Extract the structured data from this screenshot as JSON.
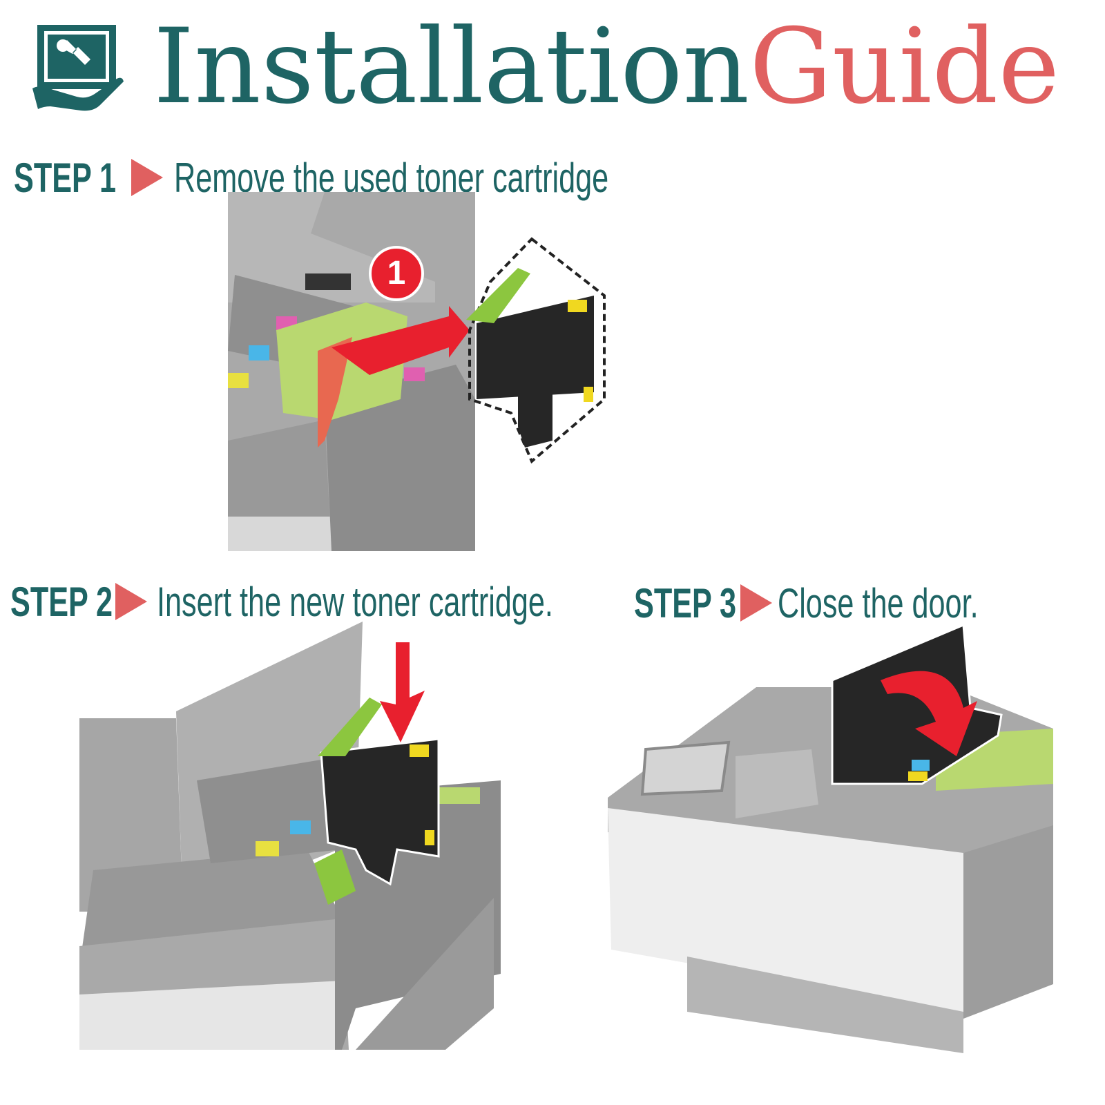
{
  "header": {
    "title_main": "Installation",
    "title_accent": "Guide",
    "icon": "hand-wrench-monitor-icon",
    "colors": {
      "teal": "#1e6464",
      "coral": "#e06060",
      "red": "#e8202e",
      "green": "#8cc63f"
    }
  },
  "steps": [
    {
      "label": "STEP 1",
      "text": "Remove the used toner cartridge",
      "callout": "1"
    },
    {
      "label": "STEP 2",
      "text": "Insert the new toner cartridge."
    },
    {
      "label": "STEP 3",
      "text": "Close the door."
    }
  ]
}
